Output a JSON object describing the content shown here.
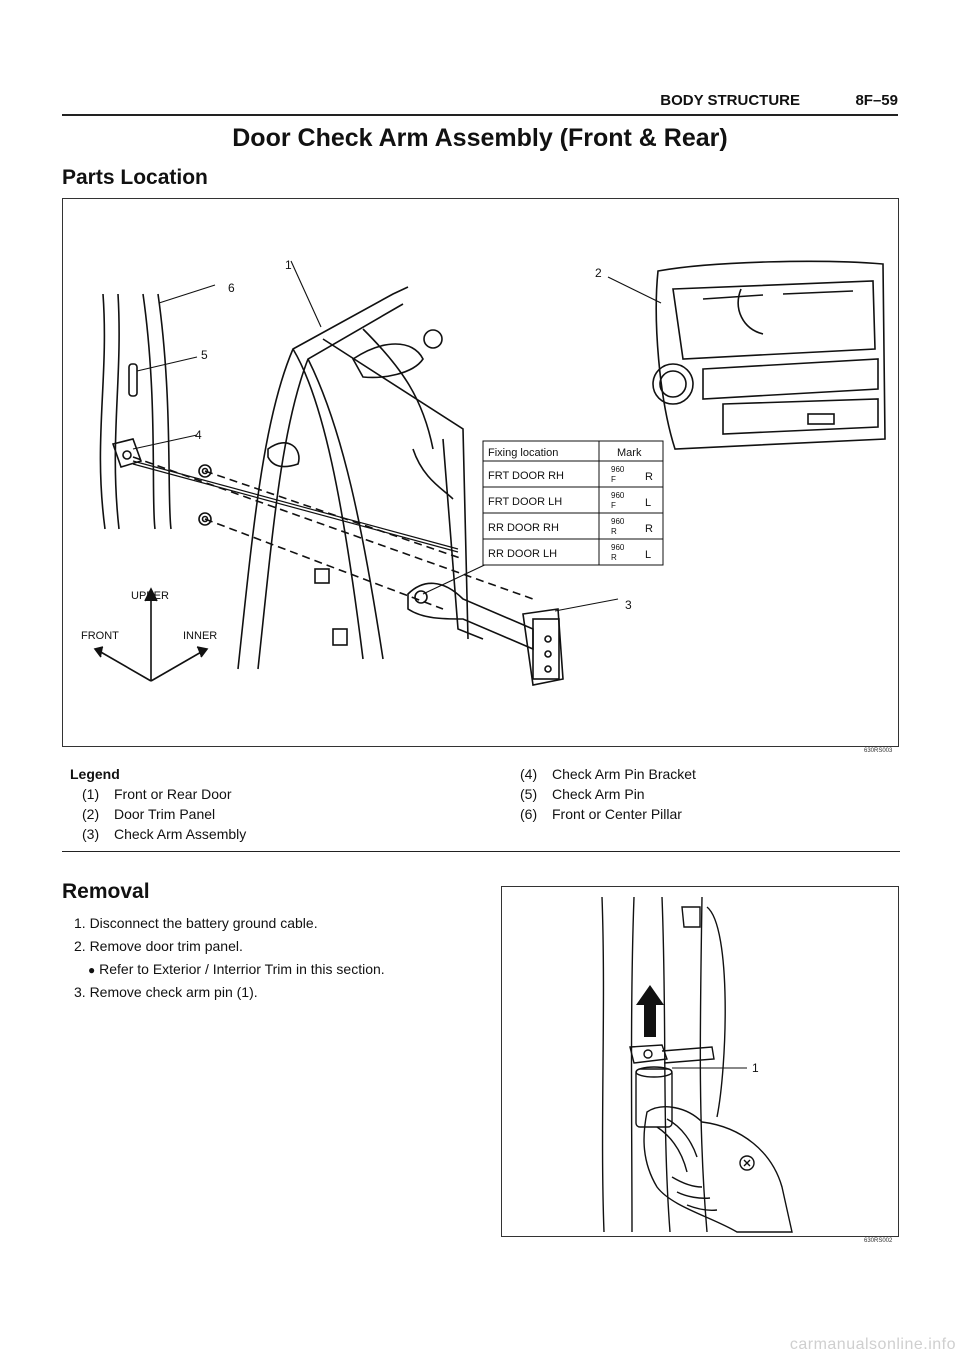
{
  "header": {
    "section": "BODY STRUCTURE",
    "page": "8F–59"
  },
  "title": "Door Check Arm Assembly (Front & Rear)",
  "parts_location": {
    "heading": "Parts Location",
    "figure": {
      "code": "630RS003",
      "callouts": [
        "1",
        "2",
        "3",
        "4",
        "5",
        "6"
      ],
      "orientation": {
        "upper": "UPPER",
        "front": "FRONT",
        "inner": "INNER"
      },
      "mark_table": {
        "headers": [
          "Fixing location",
          "Mark"
        ],
        "rows": [
          {
            "location": "FRT DOOR RH",
            "code": "960",
            "sub": "F",
            "side": "R"
          },
          {
            "location": "FRT DOOR LH",
            "code": "960",
            "sub": "F",
            "side": "L"
          },
          {
            "location": "RR DOOR RH",
            "code": "960",
            "sub": "R",
            "side": "R"
          },
          {
            "location": "RR DOOR LH",
            "code": "960",
            "sub": "R",
            "side": "L"
          }
        ]
      }
    },
    "legend": {
      "title": "Legend",
      "items": [
        {
          "num": "(1)",
          "label": "Front or Rear Door"
        },
        {
          "num": "(2)",
          "label": "Door Trim Panel"
        },
        {
          "num": "(3)",
          "label": "Check Arm Assembly"
        },
        {
          "num": "(4)",
          "label": "Check Arm Pin Bracket"
        },
        {
          "num": "(5)",
          "label": "Check Arm Pin"
        },
        {
          "num": "(6)",
          "label": "Front or Center Pillar"
        }
      ]
    }
  },
  "removal": {
    "heading": "Removal",
    "steps": [
      "1. Disconnect the battery ground cable.",
      "2. Remove door trim panel.",
      "Refer to Exterior / Interrior Trim in this section.",
      "3. Remove check arm pin (1)."
    ],
    "figure": {
      "code": "630RS002",
      "callout": "1"
    }
  },
  "watermark": "carmanualsonline.info",
  "icons": {
    "bullet": "filled-circle-bullet-icon",
    "arrow": "up-arrow-icon"
  }
}
